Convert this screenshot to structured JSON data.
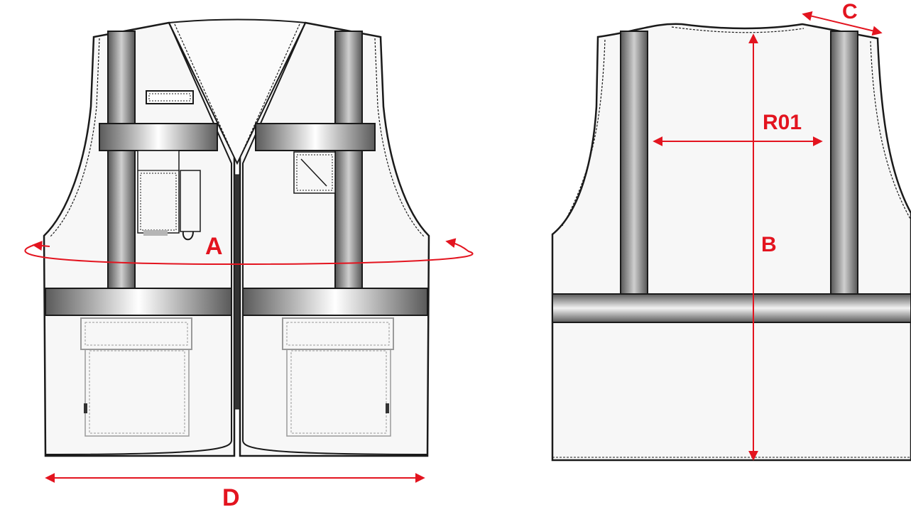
{
  "labels": {
    "a": "A",
    "b": "B",
    "c": "C",
    "d": "D",
    "r01": "R01"
  },
  "colors": {
    "accent": "#e3141f",
    "outline": "#1a1a1a",
    "tape": "#8a8a8a"
  }
}
